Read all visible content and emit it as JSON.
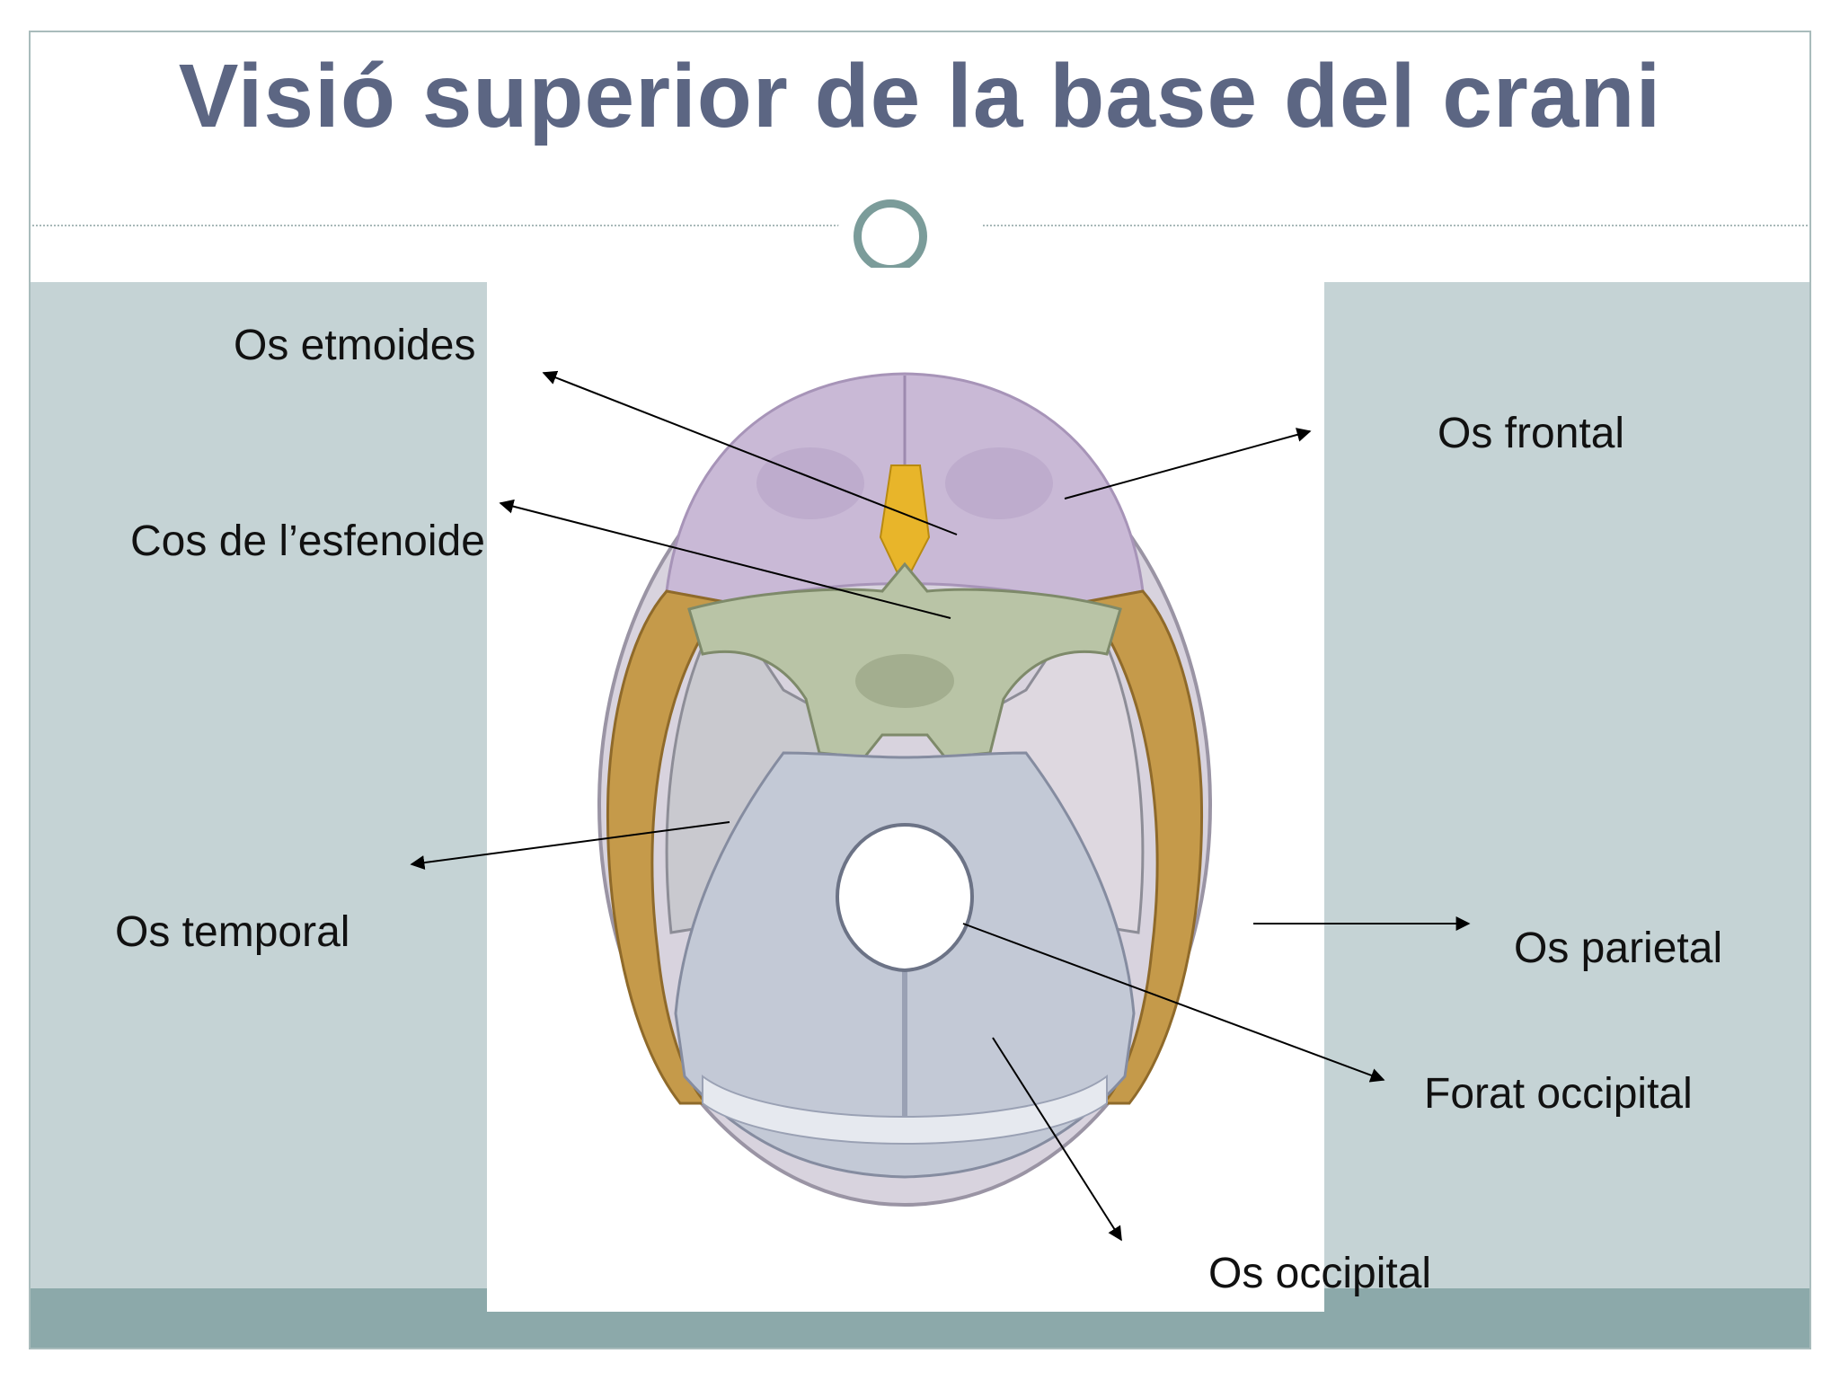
{
  "slide": {
    "title": "Visió superior de la base del crani"
  },
  "labels": {
    "etmoides": "Os etmoides",
    "frontal": "Os frontal",
    "esfenoide": "Cos de l’esfenoide",
    "temporal": "Os temporal",
    "parietal": "Os parietal",
    "forat_occipital": "Forat occipital",
    "occipital": "Os occipital"
  },
  "colors": {
    "title": "#5c6683",
    "body_band": "#c5d3d5",
    "footer_band": "#8ca9aa",
    "ornament": "#7b9c9a",
    "frontal_bone": "#c9b9d6",
    "ethmoid_bone": "#e8b52a",
    "sphenoid_bone": "#b9c4a6",
    "parietal_bone": "#c59a4a",
    "temporal_bone": "#c9c9cf",
    "occipital_bone": "#c3c9d6"
  }
}
